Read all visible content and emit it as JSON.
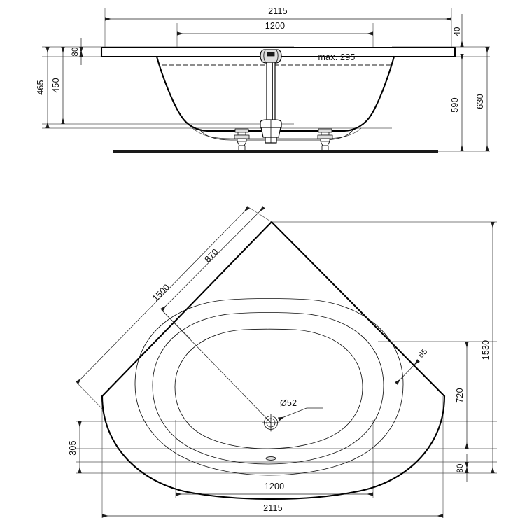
{
  "drawing": {
    "title": "Corner bathtub - dimensioned technical drawing",
    "units": "mm",
    "line_color": "#111111",
    "background": "#ffffff"
  },
  "section_view": {
    "name": "front-elevation-section",
    "dimensions": {
      "overall_width": "2115",
      "inner_width": "1200",
      "rim_thickness": "40",
      "overflow_offset": "80",
      "inner_depth": "450",
      "outer_depth": "465",
      "total_height": "630",
      "foot_height": "590",
      "water_level_note": "max. 295"
    }
  },
  "plan_view": {
    "name": "top-plan-view",
    "dimensions": {
      "diagonal_outer": "1500",
      "diagonal_inner": "870",
      "overall_depth": "1530",
      "corner_depth": "720",
      "front_offset": "305",
      "rear_offset": "80",
      "rim_width": "65",
      "drain_diameter": "Ø52",
      "inner_width": "1200",
      "overall_width": "2115"
    }
  },
  "labels": {
    "d2115_top": "2115",
    "d1200_top": "1200",
    "d40": "40",
    "d80_top": "80",
    "d465": "465",
    "d450": "450",
    "d630": "630",
    "d590": "590",
    "max295": "max. 295",
    "d1500": "1500",
    "d870": "870",
    "d1530": "1530",
    "d720": "720",
    "d305": "305",
    "d80_bottom": "80",
    "d65": "65",
    "drain": "Ø52",
    "d1200_bottom": "1200",
    "d2115_bottom": "2115"
  }
}
